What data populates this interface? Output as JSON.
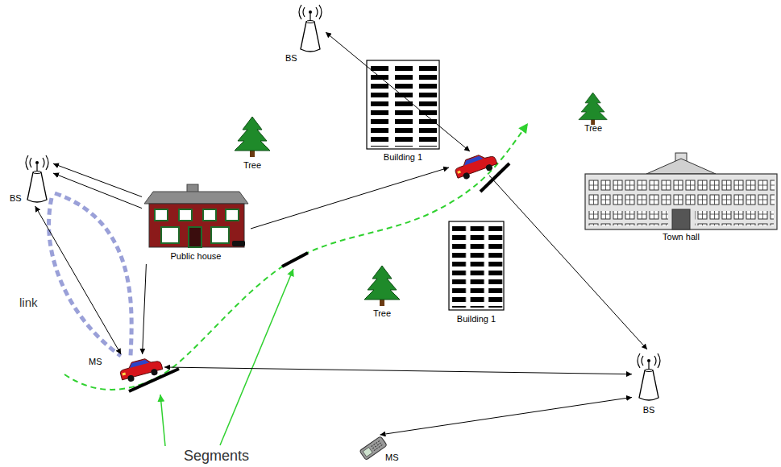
{
  "diagram": {
    "nodes": [
      {
        "text": [
          "BS"
        ]
      },
      {
        "text": [
          "Building 1"
        ]
      },
      {
        "text": [
          "Tree"
        ]
      },
      {
        "text": [
          "BS"
        ]
      },
      {
        "text": [
          "Tree"
        ]
      },
      {
        "text": [
          "Town hall"
        ]
      },
      {
        "text": [
          "Public house"
        ]
      },
      {
        "text": [
          "Tree"
        ]
      },
      {
        "text": [
          "Building 1"
        ]
      },
      {
        "text": [
          "MS"
        ]
      },
      {
        "text": [
          "BS"
        ]
      },
      {
        "text": [
          "MS"
        ]
      }
    ],
    "edges": [
      {
        "from": 6,
        "to": 3,
        "arrow": "to"
      },
      {
        "from": 6,
        "to": 3,
        "arrow": "to"
      },
      {
        "from": 6,
        "to": 9,
        "arrow": "to"
      },
      {
        "from": 3,
        "to": 9,
        "arrow": "both"
      },
      {
        "from": 9,
        "to": 10,
        "arrow": "both"
      },
      {
        "from": 10,
        "to": 11,
        "arrow": "both"
      }
    ],
    "labels": [
      "link",
      "Segments"
    ]
  }
}
